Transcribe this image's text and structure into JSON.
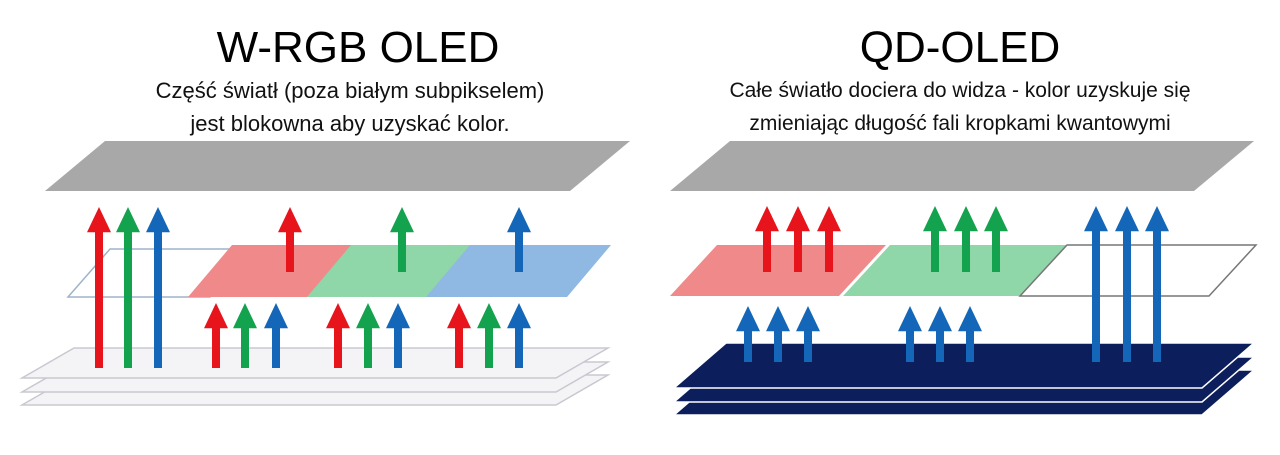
{
  "left": {
    "title": "W-RGB OLED",
    "subtitle_line1": "Część światł (poza białym subpikselem)",
    "subtitle_line2": "jest blokowna aby uzyskać kolor."
  },
  "right": {
    "title": "QD-OLED",
    "subtitle_line1": "Całe światło dociera do widza - kolor uzyskuje się",
    "subtitle_line2": "zmieniając długość fali kropkami kwantowymi"
  },
  "colors": {
    "red": "#e8141c",
    "green": "#13a24e",
    "blue": "#1467b8",
    "gray_panel": "#a8a8a8",
    "red_filter": "#f08a8a",
    "green_filter": "#8fd6a8",
    "blue_filter": "#8fb8e2",
    "white_outline": "#9fb3c8",
    "white_stack": "#f4f4f6",
    "stack_outline": "#c8c8d0",
    "navy_stack": "#0c1e5c"
  }
}
